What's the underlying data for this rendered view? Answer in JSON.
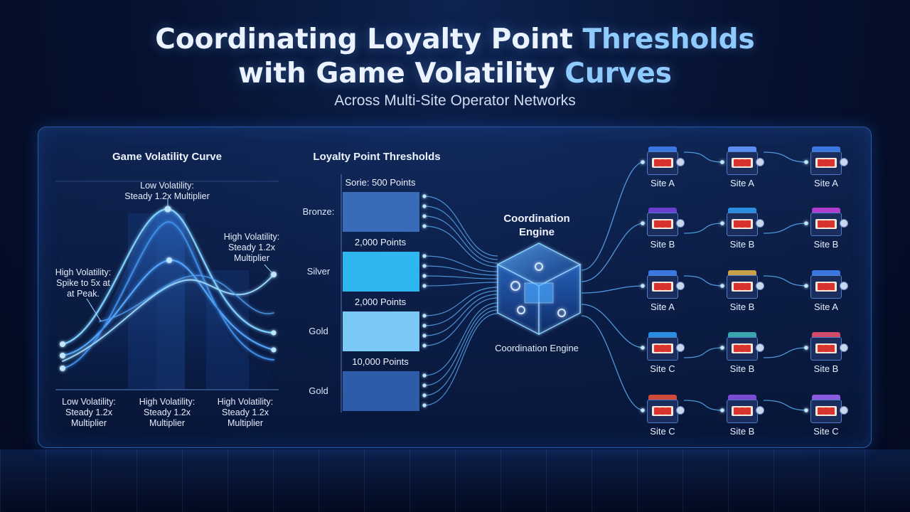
{
  "header": {
    "title_line1_plain": "Coordinating Loyalty Point ",
    "title_line1_accent": "Thresholds",
    "title_line2_plain": "with Game Volatility ",
    "title_line2_accent": "Curves",
    "subtitle": "Across Multi-Site Operator Networks"
  },
  "volatility": {
    "heading": "Game Volatility Curve",
    "top_annotation": [
      "Low Volatility:",
      "Steady 1.2x Multiplier"
    ],
    "right_annotation": [
      "High Volatility:",
      "Steady 1.2x",
      "Multiplier"
    ],
    "left_annotation": [
      "High Volatility:",
      "Spike to 5x at",
      "at Peak."
    ],
    "bottom_labels": [
      [
        "Low Volatility:",
        "Steady 1.2x",
        "Multiplier"
      ],
      [
        "High Volatility:",
        "Steady 1.2x",
        "Multiplier"
      ],
      [
        "High Volatility:",
        "Steady 1.2x",
        "Multiplier"
      ]
    ]
  },
  "loyalty": {
    "heading": "Loyalty Point Thresholds",
    "tiers": [
      {
        "name": "Bronze:",
        "points": "Sorie: 500 Points",
        "color": "#3a6bb8"
      },
      {
        "name": "Silver",
        "points": "2,000 Points",
        "color": "#2eb6f0"
      },
      {
        "name": "Gold",
        "points": "2,000 Points",
        "color": "#79c8f6"
      },
      {
        "name": "Gold",
        "points": "10,000 Points",
        "color": "#2f5ca8"
      }
    ]
  },
  "engine": {
    "label_top": [
      "Coordination",
      "Engine"
    ],
    "label_bottom": "Coordination Engine"
  },
  "sites": {
    "rows": [
      [
        "Site A",
        "Site A",
        "Site A"
      ],
      [
        "Site B",
        "Site B",
        "Site B"
      ],
      [
        "Site A",
        "Site B",
        "Site A"
      ],
      [
        "Site C",
        "Site B",
        "Site B"
      ],
      [
        "Site C",
        "Site B",
        "Site C"
      ]
    ]
  },
  "colors": {
    "accent": "#8fcbff",
    "line": "#5fb6ff",
    "glow": "#9fe0ff"
  }
}
